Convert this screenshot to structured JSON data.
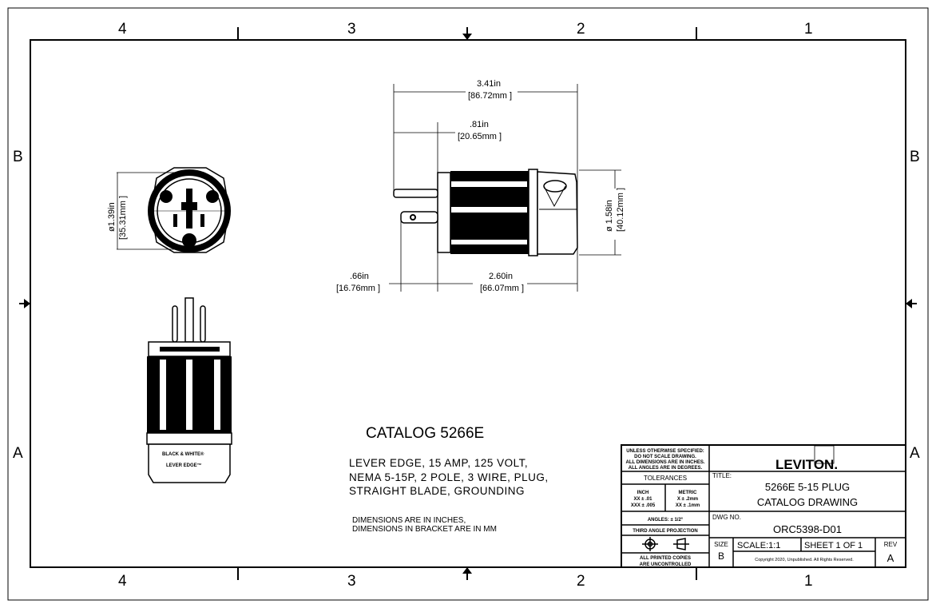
{
  "zones": {
    "cols": [
      "4",
      "3",
      "2",
      "1"
    ],
    "rows": [
      "B",
      "A"
    ]
  },
  "dimensions": {
    "overall_in": "3.41in",
    "overall_mm": "[86.72mm ]",
    "blade_in": ".81in",
    "blade_mm": "[20.65mm ]",
    "body_in": "2.60in",
    "body_mm": "[66.07mm ]",
    "ground_in": ".66in",
    "ground_mm": "[16.76mm ]",
    "dia_side_in": "ø 1.58in",
    "dia_side_mm": "[40.12mm ]",
    "dia_face_in": "ø1.39in",
    "dia_face_mm": "[35.31mm ]"
  },
  "product_labels": {
    "collar": "BLACK & WHITE®",
    "brand": "LEVER EDGE™"
  },
  "catalog": {
    "title": "CATALOG 5266E",
    "description": [
      "LEVER EDGE, 15 AMP, 125 VOLT,",
      "NEMA 5-15P, 2 POLE, 3 WIRE, PLUG,",
      "STRAIGHT BLADE, GROUNDING"
    ],
    "notes": [
      "DIMENSIONS ARE IN INCHES,",
      "DIMENSIONS IN BRACKET ARE IN MM"
    ]
  },
  "title_block": {
    "spec_notes": [
      "UNLESS OTHERWISE SPECIFIED:",
      "DO NOT SCALE DRAWING.",
      "ALL DIMENSIONS ARE IN INCHES.",
      "ALL ANGLES ARE IN DEGREES."
    ],
    "tolerances": "TOLERANCES",
    "inch_label": "INCH",
    "inch_1": "XX   ± .01",
    "inch_2": "XXX  ± .005",
    "metric_label": "METRIC",
    "metric_1": "X    ± .2mm",
    "metric_2": "XX   ± .1mm",
    "angles": "ANGLES: ± 1/2°",
    "projection": "THIRD ANGLE PROJECTION",
    "printed_copies": [
      "ALL PRINTED COPIES",
      "ARE UNCONTROLLED"
    ],
    "logo": "LEVITON.",
    "title_label": "TITLE:",
    "title_lines": [
      "5266E 5-15 PLUG",
      "CATALOG DRAWING"
    ],
    "dwg_label": "DWG NO.",
    "dwg_no": "ORC5398-D01",
    "size_label": "SIZE",
    "size": "B",
    "scale": "SCALE:1:1",
    "sheet": "SHEET 1 OF 1",
    "rev_label": "REV",
    "rev": "A",
    "copyright": "Copyright 2020, Unpublished. All Rights Reserved."
  }
}
